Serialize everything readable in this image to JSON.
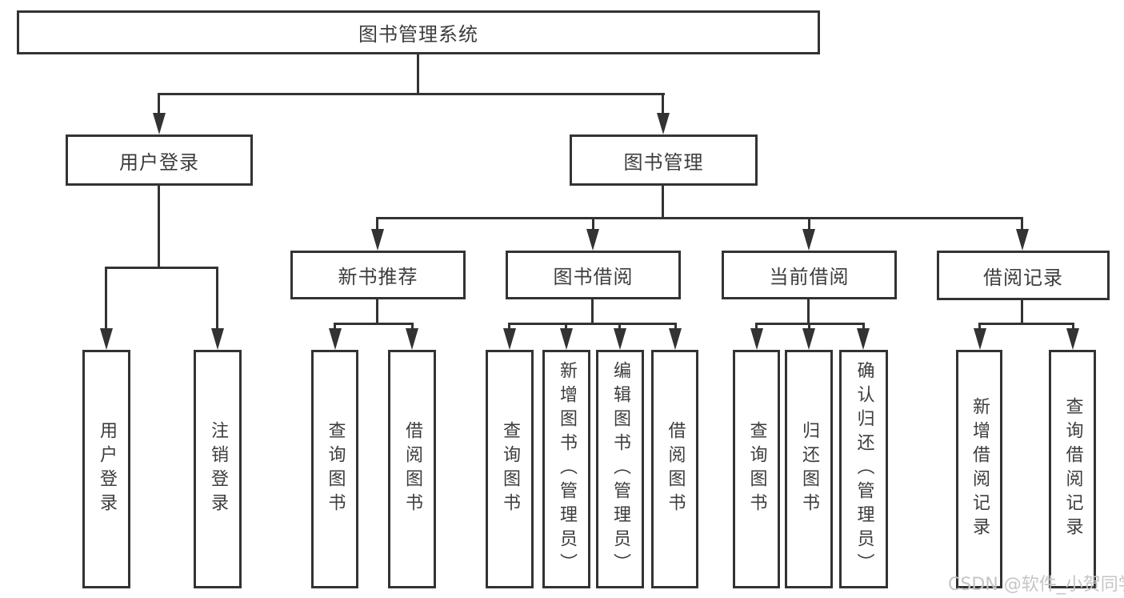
{
  "diagram": {
    "root": {
      "label": "图书管理系统"
    },
    "level1": [
      {
        "label": "用户登录"
      },
      {
        "label": "图书管理"
      }
    ],
    "level2": [
      {
        "label": "新书推荐"
      },
      {
        "label": "图书借阅"
      },
      {
        "label": "当前借阅"
      },
      {
        "label": "借阅记录"
      }
    ],
    "leaves": {
      "user_login": [
        {
          "label": "用户登录"
        },
        {
          "label": "注销登录"
        }
      ],
      "new_book": [
        {
          "label": "查询图书"
        },
        {
          "label": "借阅图书"
        }
      ],
      "book_borrow": [
        {
          "label": "查询图书"
        },
        {
          "label": "新增图书（管理员）"
        },
        {
          "label": "编辑图书（管理员）"
        },
        {
          "label": "借阅图书"
        }
      ],
      "current_borrow": [
        {
          "label": "查询图书"
        },
        {
          "label": "归还图书"
        },
        {
          "label": "确认归还（管理员）"
        }
      ],
      "borrow_record": [
        {
          "label": "新增借阅记录"
        },
        {
          "label": "查询借阅记录"
        }
      ]
    },
    "watermark": "CSDN @软件_小贺同学",
    "colors": {
      "line": "#333333",
      "text": "#3d3d3d",
      "background": "#ffffff",
      "watermark": "#c5c5c5"
    }
  }
}
